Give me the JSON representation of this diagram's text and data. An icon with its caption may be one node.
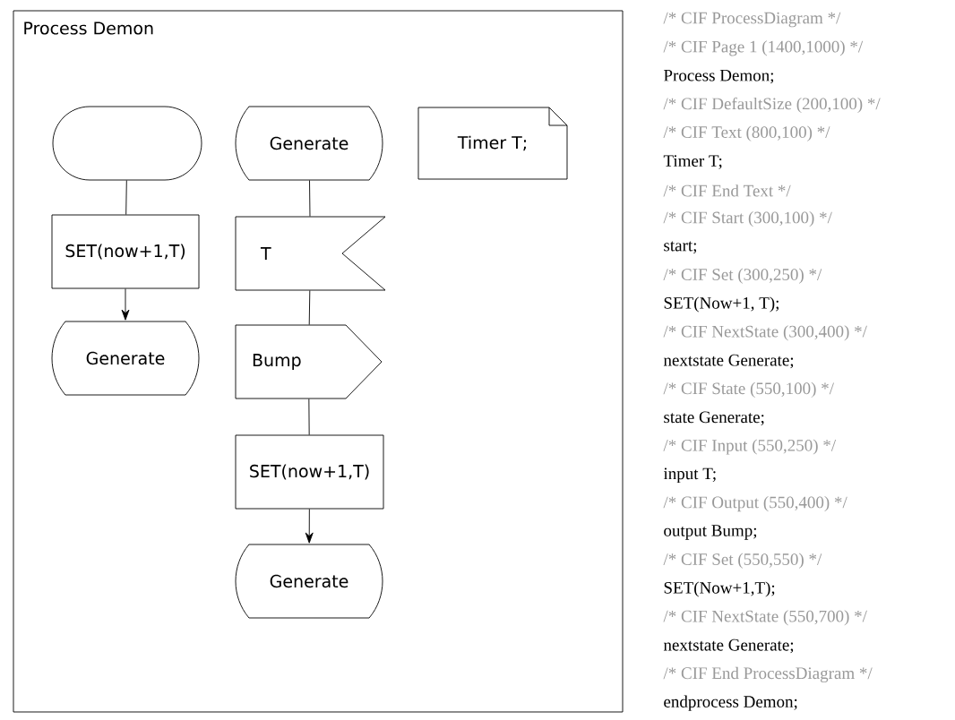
{
  "diagram": {
    "nodes": [
      {
        "text": [
          "Process Demon"
        ]
      },
      {
        "text": [],
        "shape": "oval",
        "in": 0
      },
      {
        "text": [
          "SET(now+1,T)"
        ],
        "in": 0
      },
      {
        "text": [
          "Generate"
        ],
        "in": 0
      },
      {
        "text": [
          "Generate"
        ],
        "in": 0
      },
      {
        "text": [
          "T"
        ],
        "in": 0
      },
      {
        "text": [
          "Bump"
        ],
        "in": 0
      },
      {
        "text": [
          "SET(now+1,T)"
        ],
        "in": 0
      },
      {
        "text": [
          "Generate"
        ],
        "in": 0
      },
      {
        "text": [
          "Timer T;"
        ],
        "in": 0
      }
    ],
    "edges": [
      {
        "from": 1,
        "to": 2,
        "arrow": "none"
      },
      {
        "from": 2,
        "to": 3,
        "arrow": "to"
      },
      {
        "from": 4,
        "to": 5,
        "arrow": "none"
      },
      {
        "from": 5,
        "to": 6,
        "arrow": "none"
      },
      {
        "from": 6,
        "to": 7,
        "arrow": "none"
      },
      {
        "from": 7,
        "to": 8,
        "arrow": "to"
      }
    ],
    "labels": [
      "/* CIF ProcessDiagram */",
      "/* CIF Page 1 (1400,1000) */",
      "Process Demon;",
      "/* CIF DefaultSize (200,100) */",
      "/* CIF Text (800,100) */",
      "Timer T;",
      "/* CIF End Text */",
      "/* CIF Start (300,100) */",
      "start;",
      "/* CIF Set (300,250) */",
      "SET(Now+1, T);",
      "/* CIF NextState (300,400) */",
      "nextstate Generate;",
      "/* CIF State (550,100) */",
      "state Generate;",
      "/* CIF Input (550,250) */",
      "input T;",
      "/* CIF Output (550,400) */",
      "output Bump;",
      "/* CIF Set (550,550) */",
      "SET(Now+1,T);",
      "/* CIF NextState (550,700) */",
      "nextstate Generate;",
      "/* CIF End ProcessDiagram */",
      "endprocess Demon;"
    ]
  }
}
